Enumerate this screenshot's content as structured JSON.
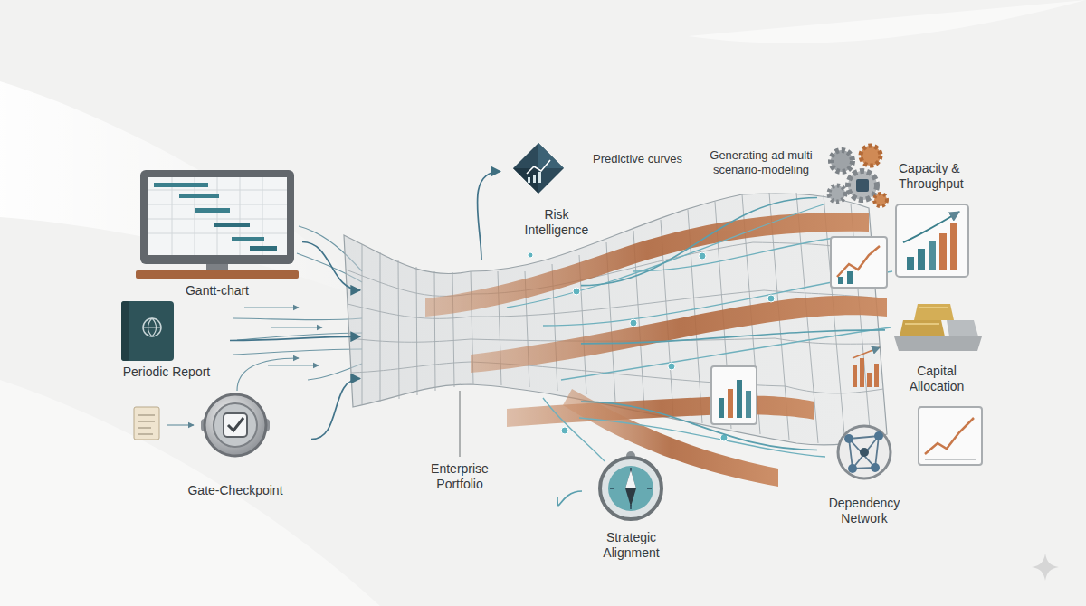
{
  "diagram": {
    "nodes": [
      {
        "text": [
          "Gantt-chart"
        ]
      },
      {
        "text": [
          "Periodic Report"
        ]
      },
      {
        "text": [
          "Gate-Checkpoint"
        ]
      },
      {
        "text": [
          "Enterprise Portfolio"
        ]
      },
      {
        "text": [
          "Risk Intelligence"
        ]
      },
      {
        "text": [
          "Capacity & Throughput"
        ]
      },
      {
        "text": [
          "Capital Allocation"
        ]
      },
      {
        "text": [
          "Dependency Network"
        ]
      },
      {
        "text": [
          "Strategic Alignment"
        ]
      }
    ],
    "edges": [
      {
        "from": 0,
        "to": 3,
        "arrow": "to"
      },
      {
        "from": 1,
        "to": 3,
        "arrow": "to"
      },
      {
        "from": 2,
        "to": 3,
        "arrow": "to"
      },
      {
        "from": 3,
        "to": 4,
        "arrow": "to"
      },
      {
        "from": 3,
        "to": 5,
        "arrow": "none"
      },
      {
        "from": 3,
        "to": 6,
        "arrow": "none"
      },
      {
        "from": 3,
        "to": 7,
        "arrow": "none"
      },
      {
        "from": 3,
        "to": 8,
        "arrow": "none"
      }
    ],
    "labels": [
      "Predictive curves",
      "Generating ad multi scenario-modeling"
    ]
  }
}
